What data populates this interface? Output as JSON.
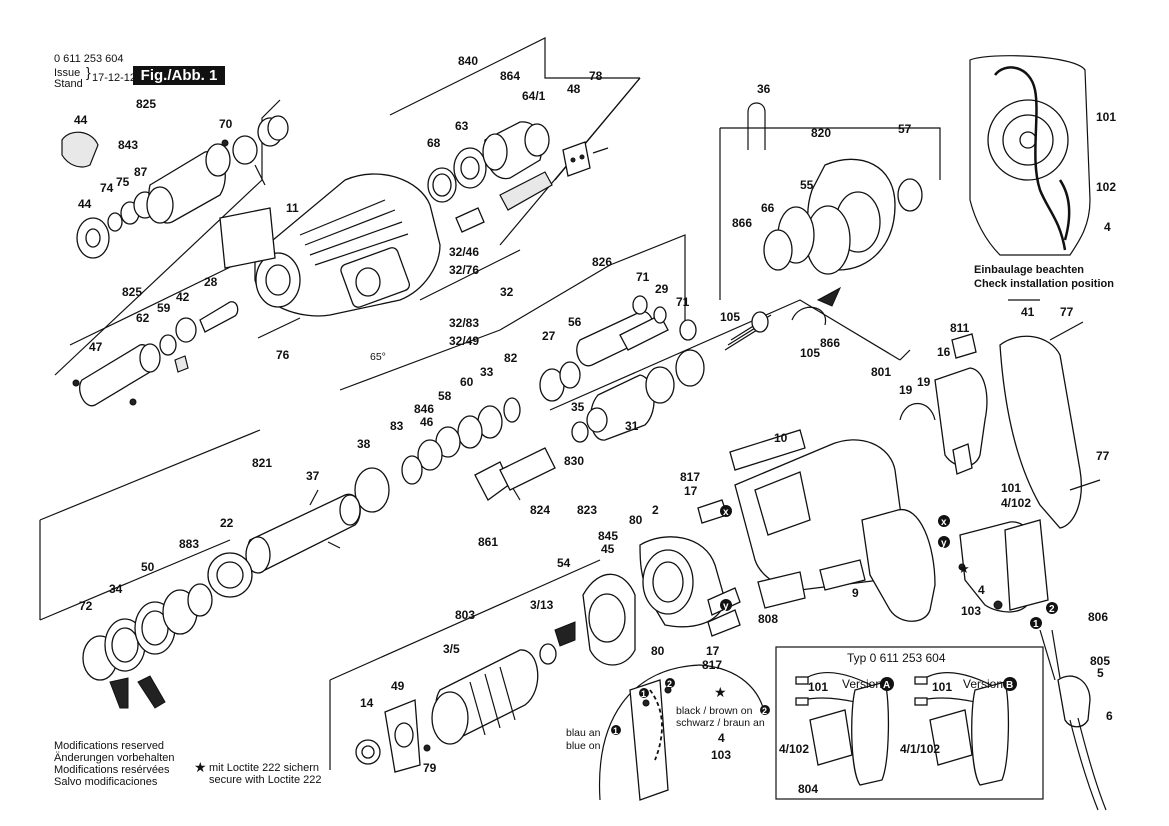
{
  "header": {
    "part_number": "0 611 253 604",
    "issue_label": "Issue",
    "stand_label": "Stand",
    "date": "17-12-12",
    "figure_badge": "Fig./Abb. 1"
  },
  "notes": {
    "modifications": [
      "Modifications reserved",
      "Änderungen vorbehalten",
      "Modifications resérvées",
      "Salvo modificaciones"
    ],
    "loctite": [
      "mit Loctite 222 sichern",
      "secure with Loctite 222"
    ],
    "loctite_star": "★"
  },
  "inset_installation": {
    "caption_de": "Einbaulage beachten",
    "caption_en": "Check installation position",
    "labels": [
      "101",
      "102",
      "4"
    ]
  },
  "inset_wiring": {
    "blau": "blau an",
    "blue": "blue on",
    "black": "black / brown on",
    "schwarz": "schwarz / braun an",
    "n1": "1",
    "n2": "2",
    "star": "★",
    "labels": [
      "4",
      "103"
    ]
  },
  "inset_versions": {
    "title": "Typ 0 611 253 604",
    "version_a": "Version",
    "version_a_badge": "A",
    "version_b": "Version",
    "version_b_badge": "B",
    "labels_a": [
      "101",
      "4/102",
      "804"
    ],
    "labels_b": [
      "101",
      "4/1/102"
    ]
  },
  "part_labels": {
    "p840": "840",
    "p864": "864",
    "p48": "48",
    "p78": "78",
    "p64_1": "64/1",
    "p825a": "825",
    "p843": "843",
    "p87": "87",
    "p70": "70",
    "p44a": "44",
    "p74": "74",
    "p75": "75",
    "p44b": "44",
    "p68": "68",
    "p63": "63",
    "p11": "11",
    "p32_46": "32/46",
    "p32_76": "32/76",
    "p32": "32",
    "p32_83": "32/83",
    "p32_49": "32/49",
    "p65": "65°",
    "p825b": "825",
    "p28": "28",
    "p59": "59",
    "p42": "42",
    "p62": "62",
    "p47": "47",
    "p76": "76",
    "p36": "36",
    "p820": "820",
    "p57": "57",
    "p55": "55",
    "p66": "66",
    "p866a": "866",
    "p105a": "105",
    "p105b": "105",
    "p866b": "866",
    "p826": "826",
    "p71a": "71",
    "p29": "29",
    "p71b": "71",
    "p27": "27",
    "p56": "56",
    "p82": "82",
    "p33": "33",
    "p60": "60",
    "p58": "58",
    "p846": "846",
    "p46": "46",
    "p83": "83",
    "p38": "38",
    "p35": "35",
    "p31": "31",
    "p830": "830",
    "p821": "821",
    "p37": "37",
    "p22": "22",
    "p824": "824",
    "p823": "823",
    "p861": "861",
    "p10": "10",
    "p801": "801",
    "p19a": "19",
    "p19b": "19",
    "p16": "16",
    "p811": "811",
    "p41": "41",
    "p77a": "77",
    "p77b": "77",
    "p817a": "817",
    "p17a": "17",
    "p2": "2",
    "p80a": "80",
    "p845": "845",
    "p45": "45",
    "p883": "883",
    "p34": "34",
    "p50": "50",
    "p72": "72",
    "p54": "54",
    "p803": "803",
    "p3_13": "3/13",
    "p3_5": "3/5",
    "p49": "49",
    "p14": "14",
    "p79": "79",
    "p80b": "80",
    "p17b": "17",
    "p817b": "817",
    "p808": "808",
    "p9": "9",
    "p101": "101",
    "p4_102": "4/102",
    "p4": "4",
    "p103": "103",
    "p806": "806",
    "p805": "805",
    "p5": "5",
    "p6": "6",
    "x": "x",
    "y": "y",
    "n1": "1",
    "n2": "2"
  }
}
